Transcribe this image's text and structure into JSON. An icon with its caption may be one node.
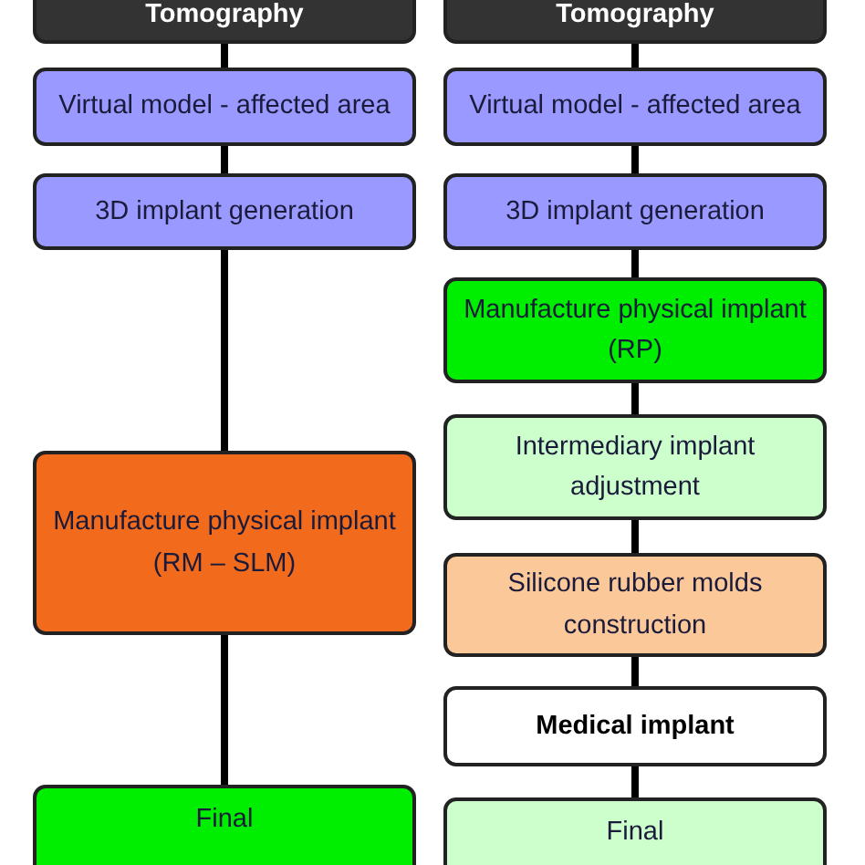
{
  "diagram": {
    "nodes": [
      {
        "text": [
          "Tomography"
        ]
      },
      {
        "text": [
          "Virtual model - affected area"
        ]
      },
      {
        "text": [
          "3D implant generation"
        ]
      },
      {
        "text": [
          "Manufacture physical implant (RM – SLM)"
        ]
      },
      {
        "text": [
          "Final"
        ]
      },
      {
        "text": [
          "Tomography"
        ]
      },
      {
        "text": [
          "Virtual model - affected area"
        ]
      },
      {
        "text": [
          "3D implant generation"
        ]
      },
      {
        "text": [
          "Manufacture physical implant (RP)"
        ]
      },
      {
        "text": [
          "Intermediary implant adjustment"
        ]
      },
      {
        "text": [
          "Silicone rubber molds construction"
        ]
      },
      {
        "text": [
          "Medical implant"
        ]
      },
      {
        "text": [
          "Final"
        ]
      }
    ],
    "edges": [
      {
        "from": 0,
        "to": 1,
        "arrow": "none"
      },
      {
        "from": 1,
        "to": 2,
        "arrow": "none"
      },
      {
        "from": 2,
        "to": 3,
        "arrow": "none"
      },
      {
        "from": 3,
        "to": 4,
        "arrow": "none"
      },
      {
        "from": 5,
        "to": 6,
        "arrow": "none"
      },
      {
        "from": 6,
        "to": 7,
        "arrow": "none"
      },
      {
        "from": 7,
        "to": 8,
        "arrow": "none"
      },
      {
        "from": 8,
        "to": 9,
        "arrow": "none"
      },
      {
        "from": 9,
        "to": 10,
        "arrow": "none"
      },
      {
        "from": 10,
        "to": 11,
        "arrow": "none"
      },
      {
        "from": 11,
        "to": 12,
        "arrow": "none"
      }
    ]
  }
}
